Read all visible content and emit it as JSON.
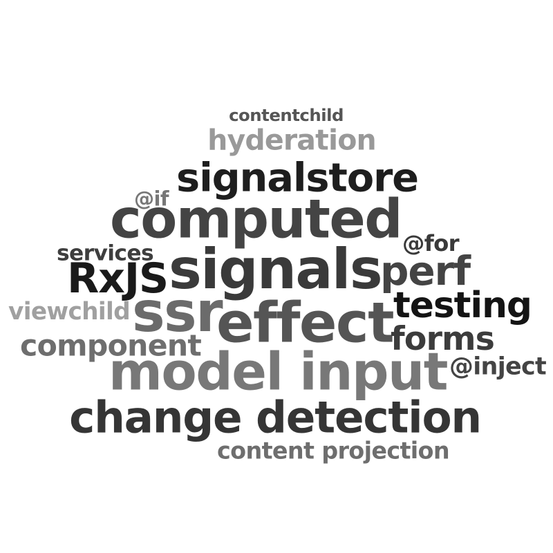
{
  "words": [
    {
      "text": "contentchild",
      "color": "#555555"
    },
    {
      "text": "hyderation",
      "color": "#999999"
    },
    {
      "text": "signalstore",
      "color": "#1e1e1e"
    },
    {
      "text": "@if",
      "color": "#777777"
    },
    {
      "text": "computed",
      "color": "#444444"
    },
    {
      "text": "@for",
      "color": "#3a3a3a"
    },
    {
      "text": "services",
      "color": "#3e3e3e"
    },
    {
      "text": "RxJS",
      "color": "#1a1a1a"
    },
    {
      "text": "signals",
      "color": "#3a3a3a"
    },
    {
      "text": "perf",
      "color": "#444444"
    },
    {
      "text": "viewchild",
      "color": "#a0a0a0"
    },
    {
      "text": "ssr",
      "color": "#6b6b6b"
    },
    {
      "text": "effect",
      "color": "#555555"
    },
    {
      "text": "testing",
      "color": "#141414"
    },
    {
      "text": "component",
      "color": "#6e6e6e"
    },
    {
      "text": "forms",
      "color": "#3c3c3c"
    },
    {
      "text": "model input",
      "color": "#787878"
    },
    {
      "text": "@inject",
      "color": "#444444"
    },
    {
      "text": "change detection",
      "color": "#353535"
    },
    {
      "text": "content projection",
      "color": "#6e6e6e"
    }
  ]
}
